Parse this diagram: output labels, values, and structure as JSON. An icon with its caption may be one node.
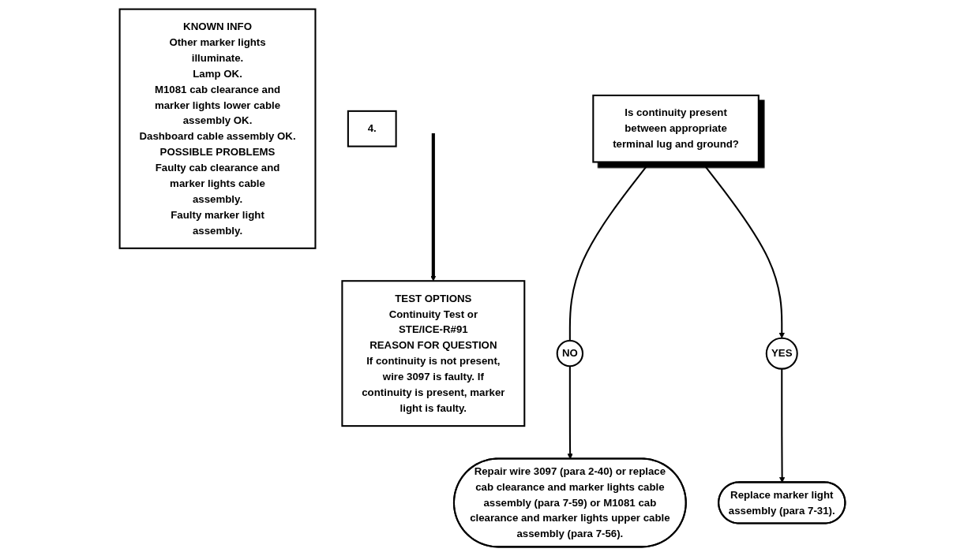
{
  "diagram": {
    "nodes": [
      {
        "text": [
          "KNOWN INFO",
          "Other marker lights illuminate.",
          "Lamp OK.",
          "M1081 cab clearance and marker lights lower cable assembly OK.",
          "Dashboard cable assembly OK.",
          "POSSIBLE PROBLEMS",
          "Faulty cab clearance and marker lights cable assembly.",
          "Faulty marker light assembly."
        ]
      },
      {
        "text": [
          "4."
        ]
      },
      {
        "text": [
          "Is continuity present between appropriate terminal lug and ground?"
        ]
      },
      {
        "text": [
          "TEST OPTIONS",
          "Continuity Test or STE/ICE-R#91",
          "REASON FOR QUESTION",
          "If continuity is not present, wire 3097 is faulty. If continuity is present, marker light is faulty."
        ]
      },
      {
        "text": [
          "NO"
        ]
      },
      {
        "text": [
          "Repair wire 3097 (para 2-40) or replace cab clearance and marker lights cable assembly (para 7-59) or M1081 cab clearance and marker lights upper cable assembly (para 7-56)."
        ]
      },
      {
        "text": [
          "YES"
        ]
      },
      {
        "text": [
          "Replace marker light assembly (para 7-31)."
        ]
      }
    ],
    "edges": [
      {
        "from": 2,
        "to": 4,
        "arrow": "none"
      },
      {
        "from": 4,
        "to": 5,
        "arrow": "to"
      },
      {
        "from": 2,
        "to": 6,
        "arrow": "to"
      },
      {
        "from": 6,
        "to": 7,
        "arrow": "to"
      },
      {
        "from": null,
        "to": 3,
        "arrow": "to",
        "style": "thick"
      }
    ]
  }
}
